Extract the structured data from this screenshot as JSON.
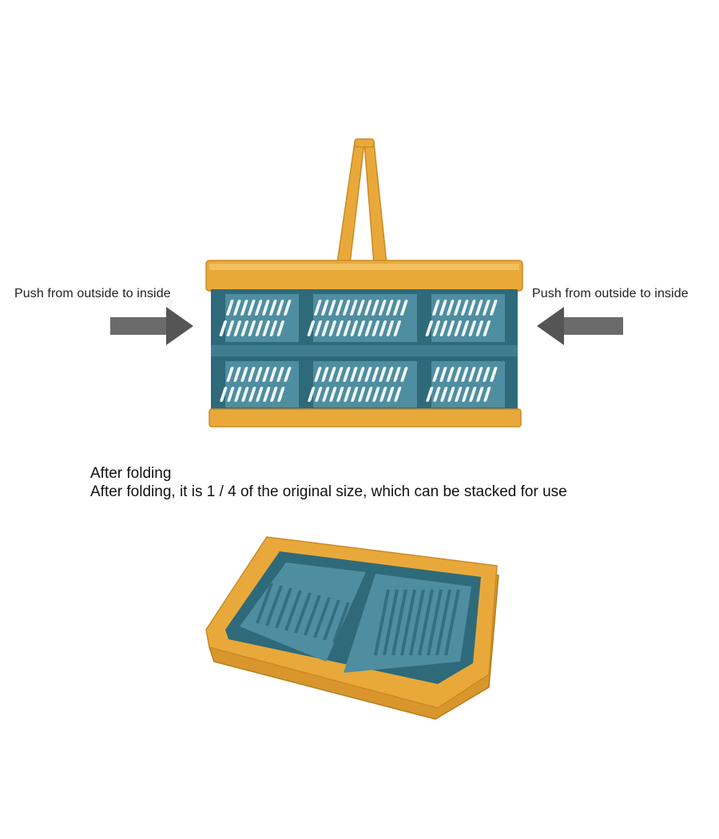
{
  "labels": {
    "left_push": "Push from outside to inside",
    "right_push": "Push from outside to inside"
  },
  "caption": {
    "line1": "After folding",
    "line2": "After folding, it is 1 / 4 of the original size, which can be stacked for use"
  },
  "colors": {
    "frame": "#e9a93a",
    "frame_dark": "#c98a24",
    "body": "#2f6a7a",
    "body_light": "#4e8ea0",
    "arrow": "#6b6b6b"
  },
  "icons": [
    "left-arrow-icon",
    "right-arrow-icon"
  ]
}
